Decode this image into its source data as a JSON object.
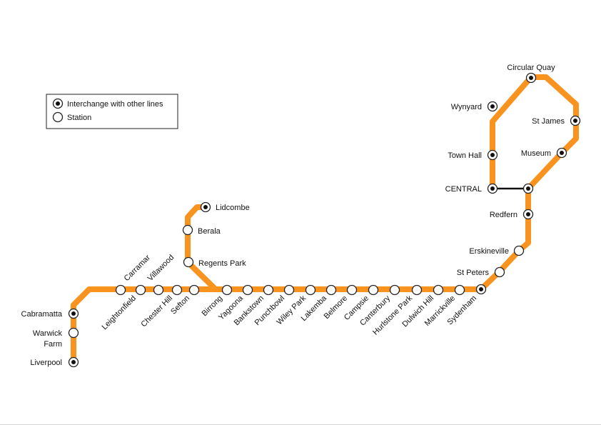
{
  "colors": {
    "line": "#F7931E",
    "transfer_link": "#111111",
    "station_fill": "#ffffff",
    "station_stroke": "#222222",
    "interchange_dot": "#111111"
  },
  "legend": {
    "interchange_label": "Interchange with other lines",
    "station_label": "Station"
  },
  "stations": [
    {
      "id": "liverpool",
      "name": "Liverpool",
      "type": "interchange"
    },
    {
      "id": "warwick-farm",
      "name": "Warwick Farm",
      "name_lines": [
        "Warwick",
        "Farm"
      ],
      "type": "station"
    },
    {
      "id": "cabramatta",
      "name": "Cabramatta",
      "type": "interchange"
    },
    {
      "id": "carramar",
      "name": "Carramar",
      "type": "station"
    },
    {
      "id": "leightonfield",
      "name": "Leightonfield",
      "type": "station"
    },
    {
      "id": "villawood",
      "name": "Villawood",
      "type": "station"
    },
    {
      "id": "chester-hill",
      "name": "Chester Hill",
      "type": "station"
    },
    {
      "id": "sefton",
      "name": "Sefton",
      "type": "station"
    },
    {
      "id": "regents-park",
      "name": "Regents Park",
      "type": "station"
    },
    {
      "id": "berala",
      "name": "Berala",
      "type": "station"
    },
    {
      "id": "lidcombe",
      "name": "Lidcombe",
      "type": "interchange"
    },
    {
      "id": "birrong",
      "name": "Birrong",
      "type": "station"
    },
    {
      "id": "yagoona",
      "name": "Yagoona",
      "type": "station"
    },
    {
      "id": "bankstown",
      "name": "Bankstown",
      "type": "station"
    },
    {
      "id": "punchbowl",
      "name": "Punchbowl",
      "type": "station"
    },
    {
      "id": "wiley-park",
      "name": "Wiley Park",
      "type": "station"
    },
    {
      "id": "lakemba",
      "name": "Lakemba",
      "type": "station"
    },
    {
      "id": "belmore",
      "name": "Belmore",
      "type": "station"
    },
    {
      "id": "campsie",
      "name": "Campsie",
      "type": "station"
    },
    {
      "id": "canterbury",
      "name": "Canterbury",
      "type": "station"
    },
    {
      "id": "hurlstone-park",
      "name": "Hurlstone Park",
      "type": "station"
    },
    {
      "id": "dulwich-hill",
      "name": "Dulwich Hill",
      "type": "station"
    },
    {
      "id": "marrickville",
      "name": "Marrickville",
      "type": "station"
    },
    {
      "id": "sydenham",
      "name": "Sydenham",
      "type": "interchange"
    },
    {
      "id": "st-peters",
      "name": "St Peters",
      "type": "station"
    },
    {
      "id": "erskineville",
      "name": "Erskineville",
      "type": "station"
    },
    {
      "id": "redfern",
      "name": "Redfern",
      "type": "interchange"
    },
    {
      "id": "central-loop",
      "name": "",
      "type": "interchange"
    },
    {
      "id": "central",
      "name": "CENTRAL",
      "type": "interchange"
    },
    {
      "id": "town-hall",
      "name": "Town Hall",
      "type": "interchange"
    },
    {
      "id": "wynyard",
      "name": "Wynyard",
      "type": "interchange"
    },
    {
      "id": "circular-quay",
      "name": "Circular Quay",
      "type": "interchange"
    },
    {
      "id": "st-james",
      "name": "St James",
      "type": "interchange"
    },
    {
      "id": "museum",
      "name": "Museum",
      "type": "interchange"
    }
  ]
}
